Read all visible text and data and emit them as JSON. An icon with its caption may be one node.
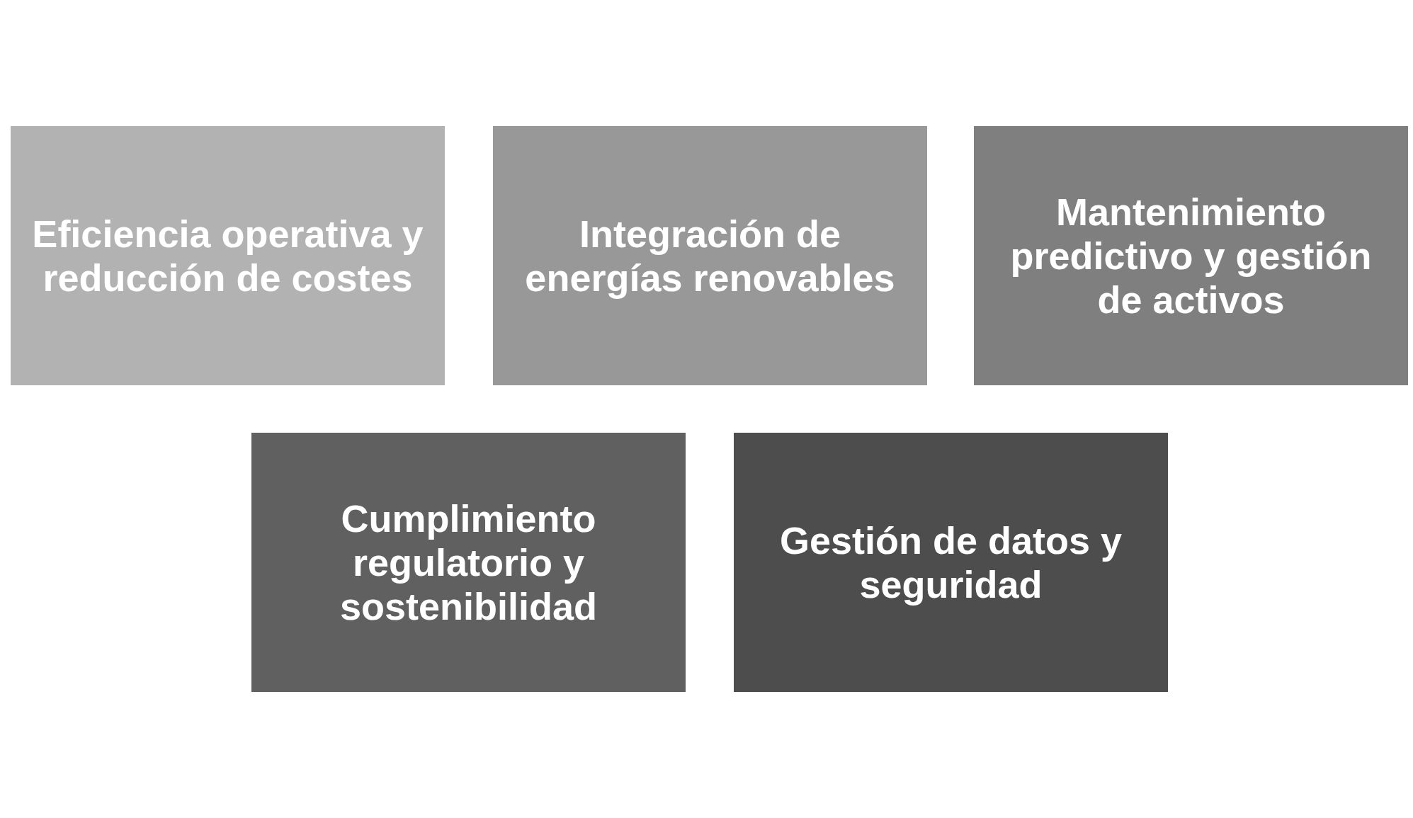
{
  "diagram": {
    "nodes": [
      {
        "text": [
          "Eficiencia operativa y reducción de costes"
        ]
      },
      {
        "text": [
          "Integración de energías renovables"
        ]
      },
      {
        "text": [
          "Mantenimiento predictivo y gestión de activos"
        ]
      },
      {
        "text": [
          "Cumplimiento regulatorio y sostenibilidad"
        ]
      },
      {
        "text": [
          "Gestión de datos y seguridad"
        ]
      }
    ]
  }
}
